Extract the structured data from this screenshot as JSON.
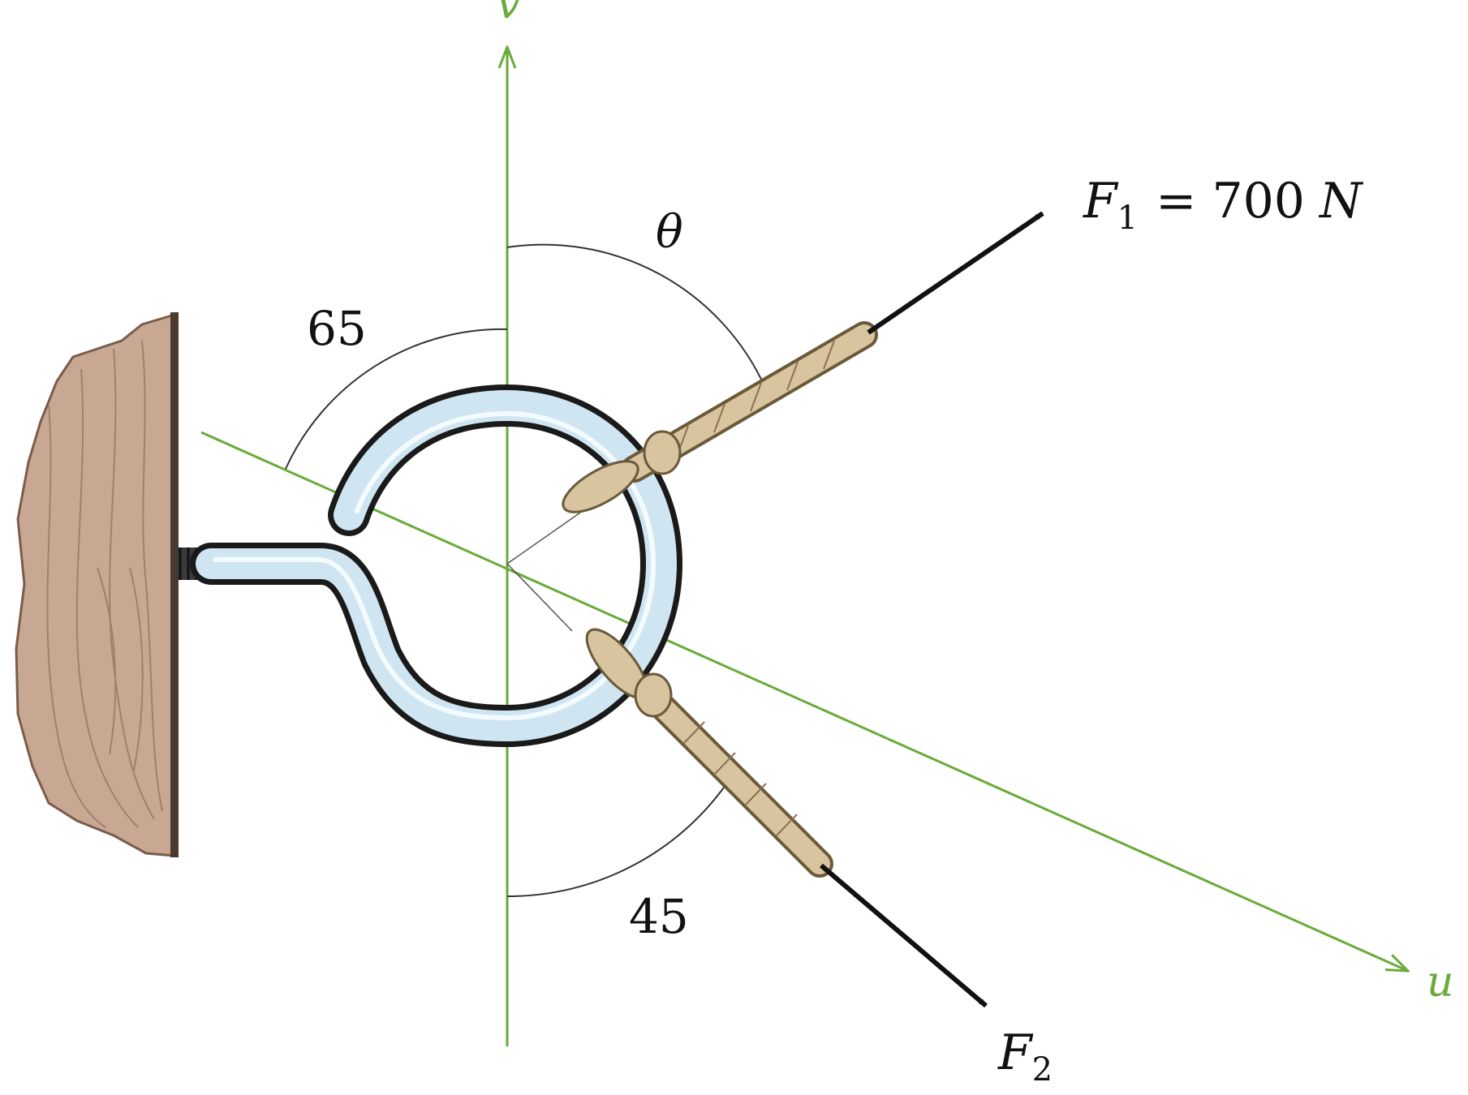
{
  "labels": {
    "v_axis": "v",
    "u_axis": "u",
    "theta": "θ",
    "angle_65": "65",
    "angle_45": "45",
    "f1_symbol": "F",
    "f1_subscript": "1",
    "f1_value": "= 700",
    "f1_unit": "N",
    "f2_symbol": "F",
    "f2_subscript": "2"
  },
  "colors": {
    "axis": "#6aaa3a",
    "ring_fill": "#cfe6f2",
    "ring_outline": "#1a1a1a",
    "rope": "#d9c4a0",
    "rope_outline": "#6b5a3a",
    "wood": "#c9a893",
    "wood_grain": "#a07f6c",
    "arrow": "#111111"
  }
}
